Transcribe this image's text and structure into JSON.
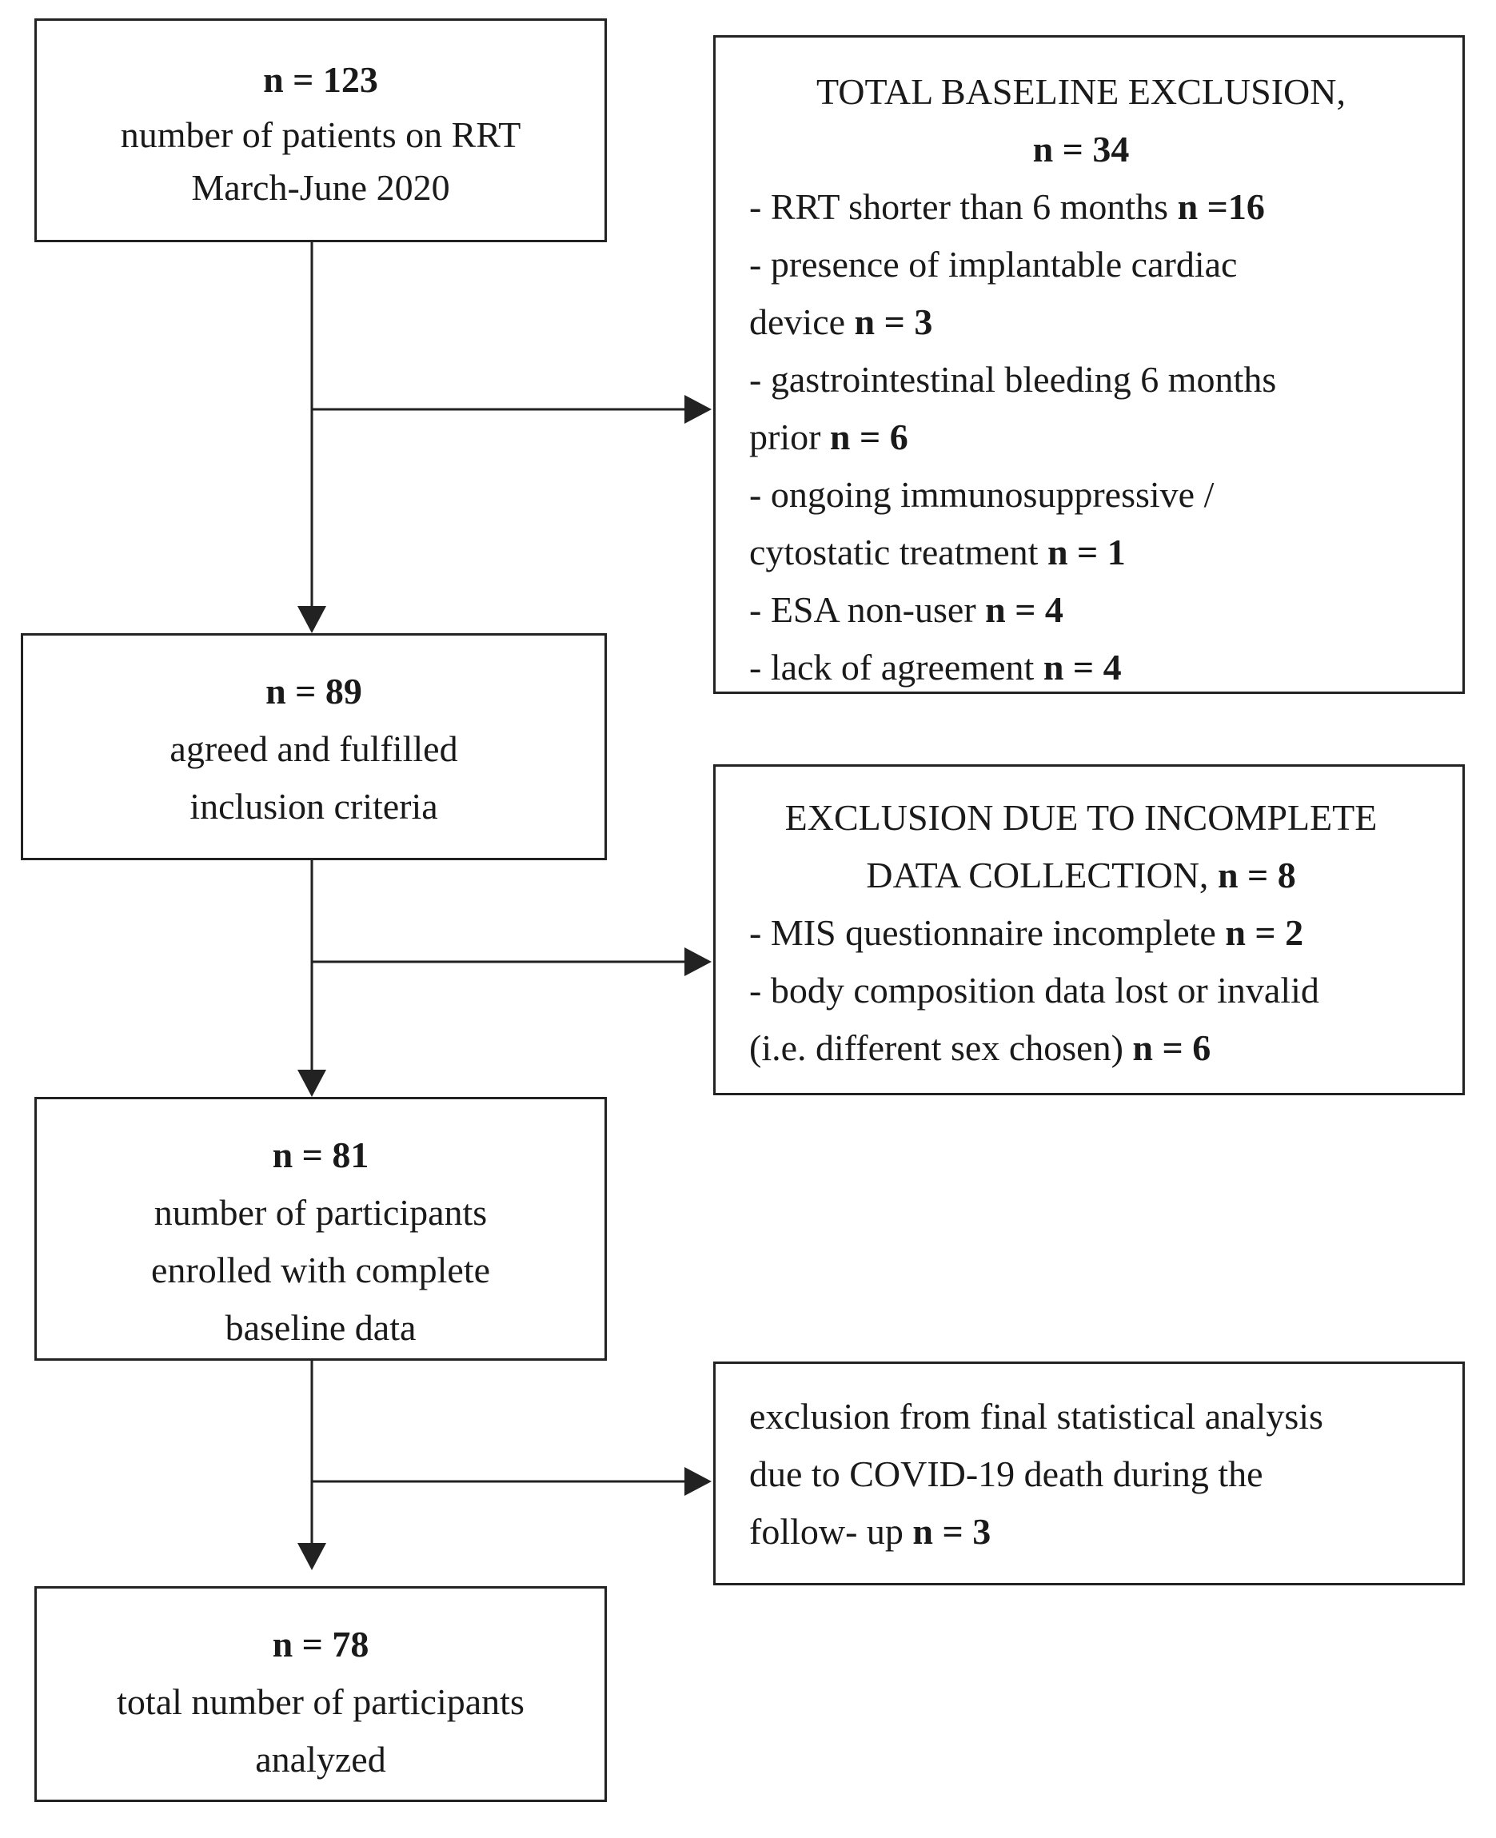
{
  "main_boxes": [
    {
      "count": "n = 123",
      "lines": [
        "number of patients on RRT",
        "March-June 2020"
      ]
    },
    {
      "count": "n = 89",
      "lines": [
        "agreed and fulfilled",
        "inclusion criteria"
      ]
    },
    {
      "count": "n = 81",
      "lines": [
        "number of participants",
        "enrolled with complete",
        "baseline data"
      ]
    },
    {
      "count": "n = 78",
      "lines": [
        "total number of participants",
        "analyzed"
      ]
    }
  ],
  "exclusion_boxes": [
    {
      "title": "TOTAL BASELINE EXCLUSION,",
      "total": "n = 34",
      "items": [
        {
          "text": "- RRT shorter than 6 months ",
          "n": "n =16"
        },
        {
          "text": "- presence of implantable cardiac",
          "n": ""
        },
        {
          "text": "device ",
          "n": "n = 3"
        },
        {
          "text": "- gastrointestinal bleeding 6 months",
          "n": ""
        },
        {
          "text": "prior ",
          "n": "n = 6"
        },
        {
          "text": "- ongoing immunosuppressive /",
          "n": ""
        },
        {
          "text": "cytostatic treatment ",
          "n": "n = 1"
        },
        {
          "text": "- ESA non-user ",
          "n": "n = 4"
        },
        {
          "text": "- lack of agreement ",
          "n": "n = 4"
        }
      ]
    },
    {
      "title": "EXCLUSION DUE TO INCOMPLETE",
      "title2": "DATA COLLECTION, ",
      "total": "n = 8",
      "items": [
        {
          "text": "- MIS questionnaire incomplete ",
          "n": "n = 2"
        },
        {
          "text": "- body composition data lost or invalid",
          "n": ""
        },
        {
          "text": "(i.e. different sex chosen) ",
          "n": "n = 6"
        }
      ]
    },
    {
      "items": [
        {
          "text": "exclusion from final statistical analysis",
          "n": ""
        },
        {
          "text": "due to COVID-19 death during the",
          "n": ""
        },
        {
          "text": "follow- up ",
          "n": "n = 3"
        }
      ]
    }
  ]
}
